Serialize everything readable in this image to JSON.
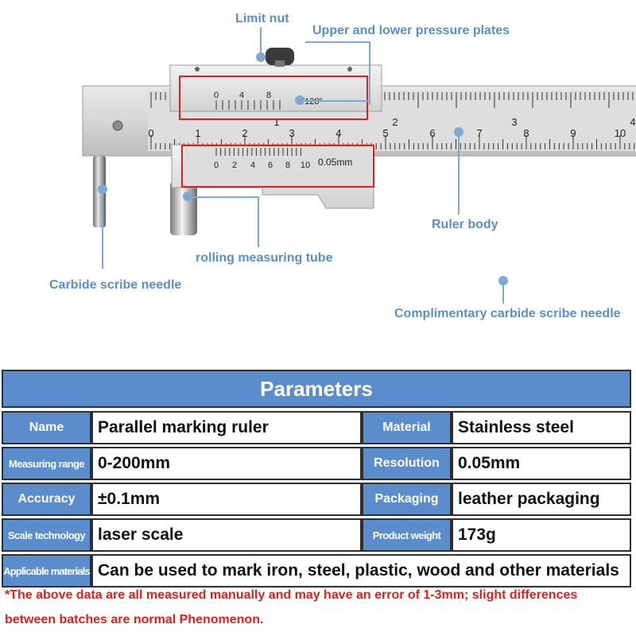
{
  "callouts": {
    "limit_nut": "Limit nut",
    "pressure_plates": "Upper and lower pressure plates",
    "ruler_body": "Ruler body",
    "rolling_tube": "rolling measuring tube",
    "scribe_needle": "Carbide scribe needle",
    "comp_needle": "Complimentary carbide scribe needle"
  },
  "scale": {
    "upper_vernier": [
      "0",
      "4",
      "8"
    ],
    "upper_vernier_unit": "1/128\"",
    "lower_vernier": [
      "0",
      "2",
      "4",
      "6",
      "8",
      "10"
    ],
    "lower_vernier_unit": "0.05mm",
    "upper_main": [
      "1",
      "2",
      "3",
      "4"
    ],
    "lower_main": [
      "0",
      "1",
      "2",
      "3",
      "4",
      "5",
      "6",
      "7",
      "8",
      "9",
      "10"
    ]
  },
  "colors": {
    "accent": "#5b8dcc",
    "callout": "#5b8fc4",
    "highlight_box": "#e02020",
    "note": "#e0201e"
  },
  "params": {
    "title": "Parameters",
    "rows": [
      [
        {
          "label": "Name",
          "value": "Parallel marking ruler"
        },
        {
          "label": "Material",
          "value": "Stainless steel"
        }
      ],
      [
        {
          "label": "Measuring range",
          "value": "0-200mm"
        },
        {
          "label": "Resolution",
          "value": "0.05mm"
        }
      ],
      [
        {
          "label": "Accuracy",
          "value": "±0.1mm"
        },
        {
          "label": "Packaging",
          "value": "leather packaging"
        }
      ],
      [
        {
          "label": "Scale technology",
          "value": "laser scale"
        },
        {
          "label": "Product weight",
          "value": "173g"
        }
      ]
    ],
    "full_row": {
      "label": "Applicable materials",
      "value": "Can be used to mark iron, steel, plastic, wood and other materials"
    }
  },
  "note": {
    "line1": "*The above data are all measured manually and may have an error of 1-3mm; slight differences",
    "line2": "between batches are normal Phenomenon."
  }
}
